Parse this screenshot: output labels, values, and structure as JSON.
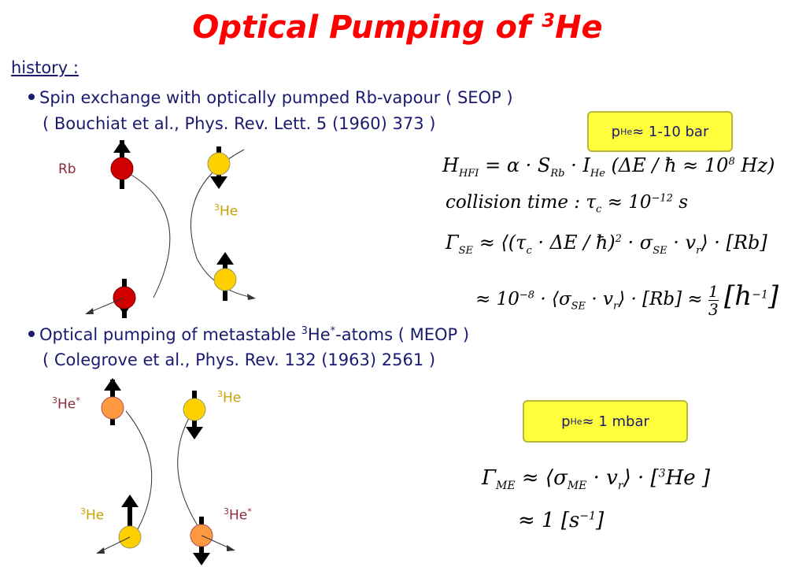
{
  "title": {
    "text": "Optical Pumping of ",
    "sup": "3",
    "suffix": "He"
  },
  "history_label": "history :",
  "section1": {
    "bullet": "Spin exchange with optically pumped Rb-vapour ( SEOP )",
    "reference": "( Bouchiat et al., Phys. Rev. Lett. 5 (1960) 373 )",
    "pressure_box": {
      "p": "p",
      "sub": "He",
      "rest": " ≈ 1-10 bar"
    },
    "label_rb": "Rb",
    "label_he_sup": "3",
    "label_he": "He",
    "eq1": {
      "lhs": "H",
      "lhs_sub": "HFI",
      "rhs": "= α · S",
      "rhs_sub": "Rb",
      "dot": " · I",
      "dot_sub": "He",
      "paren": "(ΔE / ħ ≈ 10",
      "paren_exp": "8",
      "paren_end": " Hz)"
    },
    "eq2": {
      "text": "collision time : τ",
      "sub": "c",
      "rest": " ≈ 10",
      "exp": "−12",
      "unit": " s"
    },
    "eq3": {
      "lhs": "Γ",
      "lhs_sub": "SE",
      "body": "≈ ⟨(τ",
      "b_sub": "c",
      "mid": " · ΔE / ħ)",
      "sq": "2",
      "rest": " · σ",
      "r_sub": "SE",
      "vr": " · v",
      "vr_sub": "r",
      "end": "⟩ · [Rb]"
    },
    "eq4": {
      "text": "≈ 10",
      "exp": "−8",
      "body": " · ⟨σ",
      "b_sub": "SE",
      "vr": " · v",
      "vr_sub": "r",
      "end": "⟩ · [Rb] ≈ ",
      "frac_num": "1",
      "frac_den": "3",
      "bracket": "[h",
      "bracket_exp": "−1",
      "bracket_end": "]"
    }
  },
  "section2": {
    "bullet_a": "Optical pumping of metastable ",
    "bullet_sup": "3",
    "bullet_b": "He",
    "bullet_star": "*",
    "bullet_c": "-atoms ( MEOP )",
    "reference": "( Colegrove et al., Phys. Rev. 132 (1963) 2561 )",
    "pressure_box": {
      "p": "p",
      "sub": "He",
      "rest": " ≈ 1 mbar"
    },
    "label_hestar_sup": "3",
    "label_hestar": "He",
    "label_hestar_star": "*",
    "label_he_sup": "3",
    "label_he": "He",
    "eq5": {
      "lhs": "Γ",
      "lhs_sub": "ME",
      "body": "≈ ⟨σ",
      "b_sub": "ME",
      "vr": " · v",
      "vr_sub": "r",
      "end": "⟩ · [",
      "he_sup": "3",
      "he": "He ]"
    },
    "eq6": {
      "text": "≈ 1 [s",
      "exp": "−1",
      "end": "]"
    }
  },
  "colors": {
    "title": "#ff0000",
    "text": "#1a1a70",
    "rb": "#d00000",
    "he": "#ffd000",
    "hestar": "#ff9a40",
    "box": "#ffff3c"
  }
}
